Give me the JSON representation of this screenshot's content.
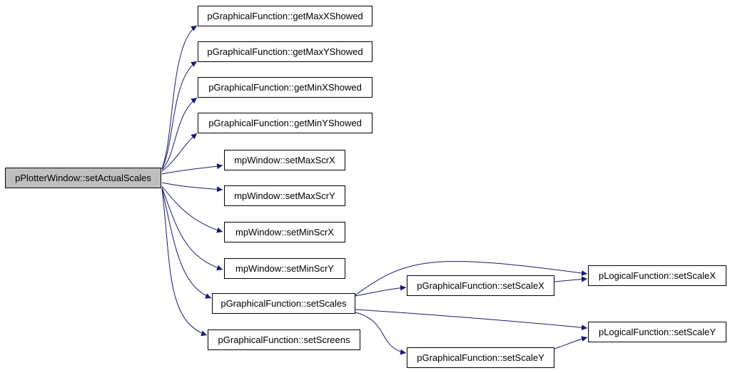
{
  "colors": {
    "edge": "#191970",
    "root_fill": "#bfbfbf",
    "node_fill": "#ffffff",
    "border": "#000000"
  },
  "nodes": {
    "root": "pPlotterWindow::setActualScales",
    "getMaxXShowed": "pGraphicalFunction::getMaxXShowed",
    "getMaxYShowed": "pGraphicalFunction::getMaxYShowed",
    "getMinXShowed": "pGraphicalFunction::getMinXShowed",
    "getMinYShowed": "pGraphicalFunction::getMinYShowed",
    "setMaxScrX": "mpWindow::setMaxScrX",
    "setMaxScrY": "mpWindow::setMaxScrY",
    "setMinScrX": "mpWindow::setMinScrX",
    "setMinScrY": "mpWindow::setMinScrY",
    "setScales": "pGraphicalFunction::setScales",
    "setScreens": "pGraphicalFunction::setScreens",
    "gfSetScaleX": "pGraphicalFunction::setScaleX",
    "gfSetScaleY": "pGraphicalFunction::setScaleY",
    "lfSetScaleX": "pLogicalFunction::setScaleX",
    "lfSetScaleY": "pLogicalFunction::setScaleY"
  },
  "edges": [
    {
      "from": "root",
      "to": "getMaxXShowed"
    },
    {
      "from": "root",
      "to": "getMaxYShowed"
    },
    {
      "from": "root",
      "to": "getMinXShowed"
    },
    {
      "from": "root",
      "to": "getMinYShowed"
    },
    {
      "from": "root",
      "to": "setMaxScrX"
    },
    {
      "from": "root",
      "to": "setMaxScrY"
    },
    {
      "from": "root",
      "to": "setMinScrX"
    },
    {
      "from": "root",
      "to": "setMinScrY"
    },
    {
      "from": "root",
      "to": "setScales"
    },
    {
      "from": "root",
      "to": "setScreens"
    },
    {
      "from": "setScales",
      "to": "gfSetScaleX"
    },
    {
      "from": "setScales",
      "to": "lfSetScaleX"
    },
    {
      "from": "setScales",
      "to": "lfSetScaleY"
    },
    {
      "from": "setScales",
      "to": "gfSetScaleY"
    },
    {
      "from": "gfSetScaleX",
      "to": "lfSetScaleX"
    },
    {
      "from": "gfSetScaleY",
      "to": "lfSetScaleY"
    }
  ]
}
